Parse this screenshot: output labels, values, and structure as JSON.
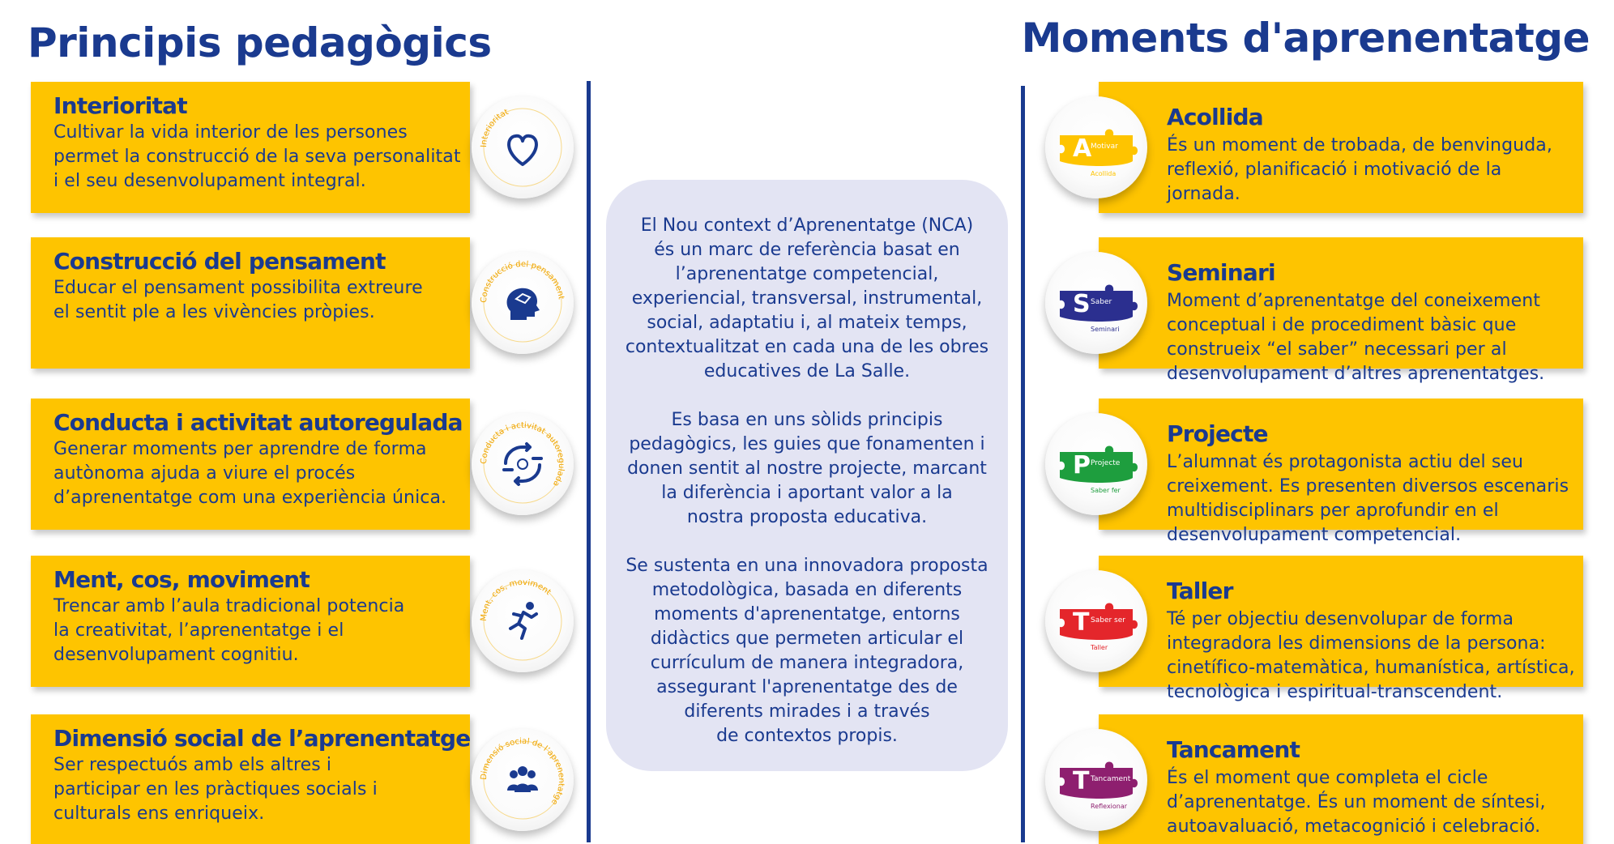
{
  "left_heading": "Principis pedagògics",
  "right_heading": "Moments d'aprenentatge",
  "principles": [
    {
      "title": "Interioritat",
      "lines": [
        "Cultivar la vida interior de les persones",
        "permet la construcció de la seva personalitat",
        "i el seu desenvolupament integral."
      ],
      "circle_label": "Interioritat",
      "icon": "heart-icon"
    },
    {
      "title": "Construcció del pensament",
      "lines": [
        "Educar el pensament possibilita extreure",
        "el sentit ple a les vivències pròpies."
      ],
      "circle_label": "Construcció del pensament",
      "icon": "head-thinking-icon"
    },
    {
      "title": "Conducta i activitat autoregulada",
      "lines": [
        "Generar moments per aprendre de forma",
        "autònoma ajuda a viure el procés",
        "d’aprenentatge com una experiència única."
      ],
      "circle_label": "Conducta i activitat autoregulada",
      "icon": "hands-cycle-icon"
    },
    {
      "title": "Ment, cos, moviment",
      "lines": [
        "Trencar amb l’aula tradicional potencia",
        "la creativitat, l’aprenentatge i el",
        "desenvolupament cognitiu."
      ],
      "circle_label": "Ment, cos, moviment",
      "icon": "running-person-icon"
    },
    {
      "title": "Dimensió social de l’aprenentatge",
      "lines": [
        "Ser respectuós amb els altres i",
        "participar en les pràctiques socials i",
        "culturals ens enriqueix."
      ],
      "circle_label": "Dimensió social de l’aprenentatge",
      "icon": "group-people-icon"
    }
  ],
  "center": {
    "paragraphs": [
      [
        "El Nou context d’Aprenentatge (NCA)",
        "és un marc de referència basat en",
        "l’aprenentatge competencial,",
        "experiencial, transversal, instrumental,",
        "social, adaptatiu i, al mateix temps,",
        "contextualitzat en cada una de les obres",
        "educatives de La Salle."
      ],
      [
        "Es basa en uns sòlids principis",
        "pedagògics, les guies que fonamenten i",
        "donen sentit al nostre projecte, marcant",
        "la diferència i aportant valor a la",
        "nostra proposta educativa."
      ],
      [
        "Se sustenta en una innovadora proposta",
        "metodològica, basada en diferents",
        "moments d'aprenentatge, entorns",
        "didàctics que permeten articular el",
        "currículum de manera integradora,",
        "assegurant l'aprenentatge des de",
        "diferents mirades i a través",
        "de contextos propis."
      ]
    ]
  },
  "moments": [
    {
      "title": "Acollida",
      "lines": [
        "És un moment de trobada, de benvinguda,",
        "reflexió, planificació i motivació de la jornada."
      ],
      "icon": "acollida-puzzle-icon",
      "icon_color": "#fec400",
      "badge_letter": "A",
      "badge_word_1": "Motivar",
      "badge_word_2": "Acollida"
    },
    {
      "title": "Seminari",
      "lines": [
        "Moment d’aprenentatge del coneixement",
        "conceptual i de procediment bàsic que",
        "construeix “el saber” necessari per al",
        "desenvolupament d’altres aprenentatges."
      ],
      "icon": "seminari-puzzle-icon",
      "icon_color": "#2b2f8f",
      "badge_letter": "S",
      "badge_word_1": "Saber",
      "badge_word_2": "Seminari"
    },
    {
      "title": "Projecte",
      "lines": [
        "L’alumnat és protagonista actiu del seu",
        "creixement. Es presenten diversos escenaris",
        "multidisciplinars per aprofundir en el",
        "desenvolupament competencial."
      ],
      "icon": "projecte-puzzle-icon",
      "icon_color": "#1e9e3e",
      "badge_letter": "P",
      "badge_word_1": "Projecte",
      "badge_word_2": "Saber fer"
    },
    {
      "title": "Taller",
      "lines": [
        "Té per objectiu desenvolupar de forma",
        "integradora les dimensions de la persona:",
        "cinetífico-matemàtica, humanística, artística,",
        "tecnològica i espiritual-transcendent."
      ],
      "icon": "taller-puzzle-icon",
      "icon_color": "#e4262b",
      "badge_letter": "T",
      "badge_word_1": "Saber ser",
      "badge_word_2": "Taller"
    },
    {
      "title": "Tancament",
      "lines": [
        "És el moment que completa el cicle",
        "d’aprenentatge. És un moment de síntesi,",
        "autoavaluació, metacognició i celebració."
      ],
      "icon": "tancament-puzzle-icon",
      "icon_color": "#8e1f6f",
      "badge_letter": "T",
      "badge_word_1": "Tancament",
      "badge_word_2": "Reflexionar"
    }
  ],
  "colors": {
    "brand_blue": "#1a3a8f",
    "card_yellow": "#fec400",
    "center_panel": "#e3e4f3",
    "circle_text_orange": "#f0a500"
  }
}
